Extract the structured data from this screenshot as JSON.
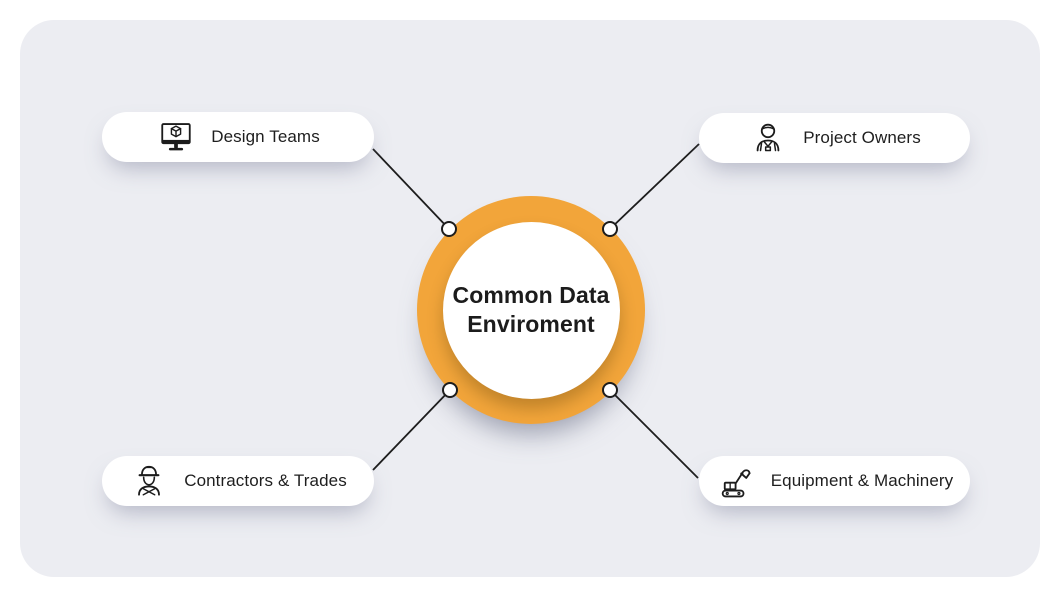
{
  "center": {
    "line1": "Common Data",
    "line2": "Enviroment"
  },
  "nodes": [
    {
      "id": "design-teams",
      "label": "Design Teams",
      "icon": "monitor-3d-cube-icon",
      "position": "top-left"
    },
    {
      "id": "project-owners",
      "label": "Project Owners",
      "icon": "engineer-person-icon",
      "position": "top-right"
    },
    {
      "id": "contractors-trades",
      "label": "Contractors & Trades",
      "icon": "construction-worker-icon",
      "position": "bottom-left"
    },
    {
      "id": "equipment-machinery",
      "label": "Equipment & Machinery",
      "icon": "excavator-icon",
      "position": "bottom-right"
    }
  ],
  "colors": {
    "page_background": "#FFFFFF",
    "panel_background": "#ECEDF2",
    "ring_orange": "#F2A53A",
    "node_pill_background": "#FFFFFF",
    "connector_line": "#1D1D1D",
    "text": "#1C1C1C"
  }
}
